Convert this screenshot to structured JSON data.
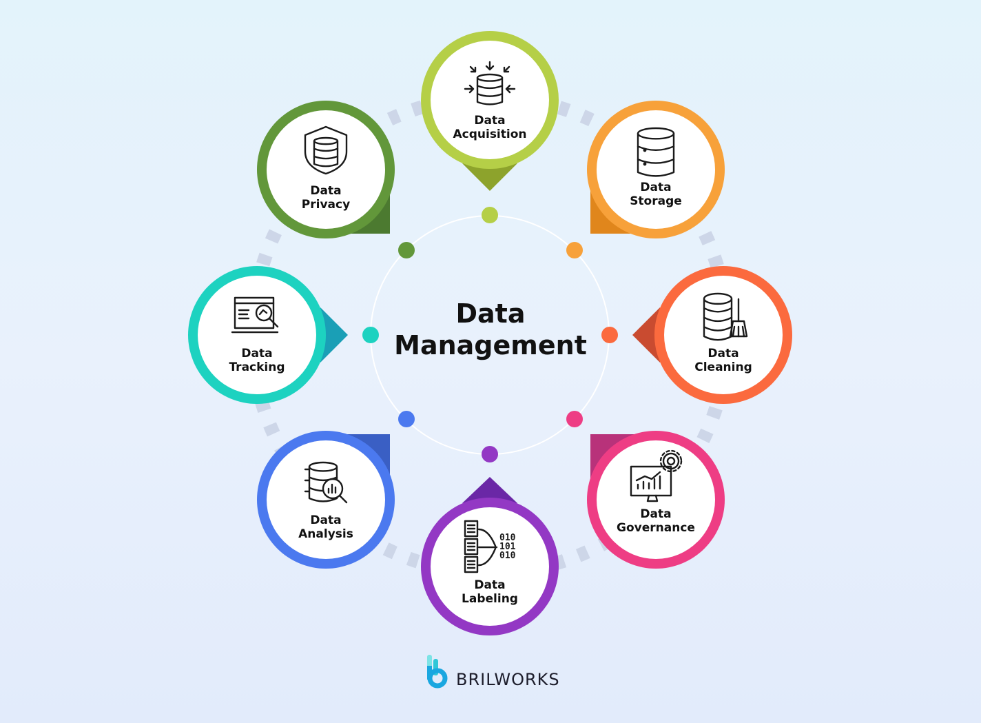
{
  "diagram": {
    "title_line1": "Data",
    "title_line2": "Management",
    "nodes": [
      {
        "line1": "Data",
        "line2": "Acquisition",
        "color": "#b5cf47",
        "dark": "#8da32c",
        "icon": "database-arrows-in-icon"
      },
      {
        "line1": "Data",
        "line2": "Storage",
        "color": "#f7a13a",
        "dark": "#e0861c",
        "icon": "database-icon"
      },
      {
        "line1": "Data",
        "line2": "Cleaning",
        "color": "#fb6a3e",
        "dark": "#c94b30",
        "icon": "database-broom-icon"
      },
      {
        "line1": "Data",
        "line2": "Governance",
        "color": "#ee3d84",
        "dark": "#b8327a",
        "icon": "monitor-chart-gear-icon"
      },
      {
        "line1": "Data",
        "line2": "Labeling",
        "color": "#9338c4",
        "dark": "#6a27a6",
        "icon": "documents-binary-icon"
      },
      {
        "line1": "Data",
        "line2": "Analysis",
        "color": "#4b79ef",
        "dark": "#3a5fc4",
        "icon": "database-magnifier-icon"
      },
      {
        "line1": "Data",
        "line2": "Tracking",
        "color": "#1dd2c0",
        "dark": "#1a9fb6",
        "icon": "browser-magnifier-icon"
      },
      {
        "line1": "Data",
        "line2": "Privacy",
        "color": "#62973a",
        "dark": "#4c7a30",
        "icon": "shield-database-icon"
      }
    ]
  },
  "brand": {
    "name": "BRILWORKS",
    "logo_icon": "brilworks-logo-icon",
    "colors": [
      "#1aa7e0",
      "#2fc7d8",
      "#7de3e6"
    ]
  }
}
